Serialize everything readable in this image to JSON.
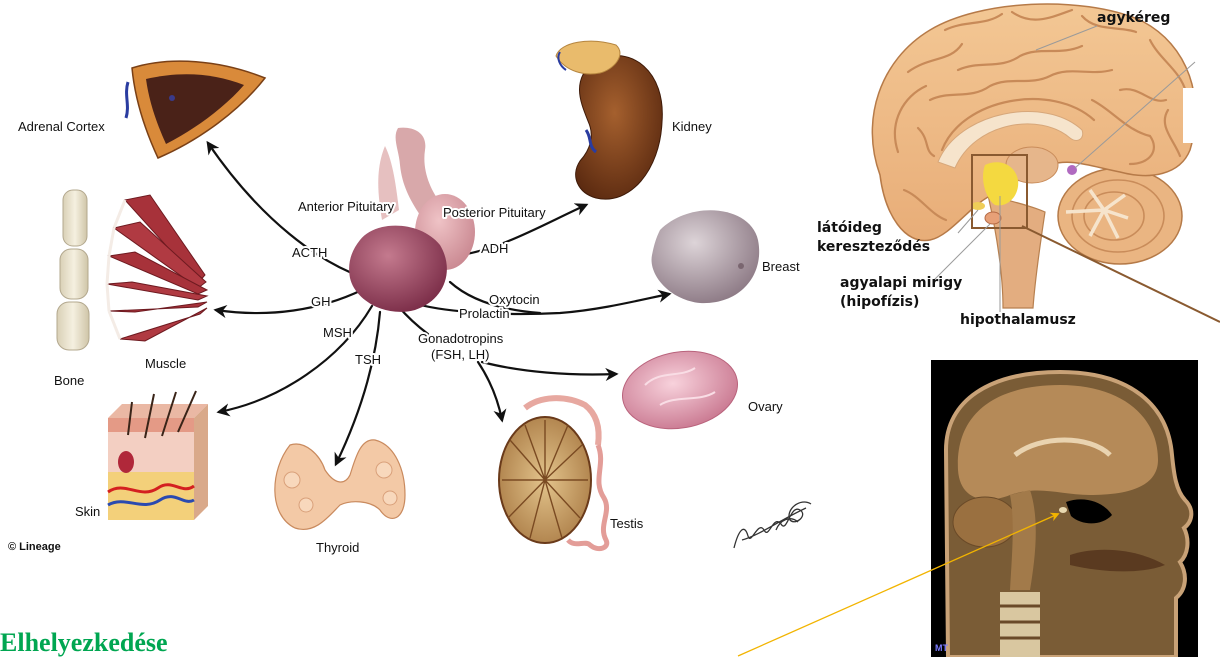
{
  "pituitary_diagram": {
    "center_labels": {
      "anterior": "Anterior Pituitary",
      "posterior": "Posterior Pituitary"
    },
    "hormones": {
      "acth": "ACTH",
      "adh": "ADH",
      "gh": "GH",
      "oxytocin": "Oxytocin",
      "prolactin": "Prolactin",
      "msh": "MSH",
      "tsh": "TSH",
      "gonadotropins": "Gonadotropins",
      "gonadotropins_detail": "(FSH, LH)"
    },
    "targets": {
      "adrenal_cortex": "Adrenal Cortex",
      "kidney": "Kidney",
      "breast": "Breast",
      "bone": "Bone",
      "muscle": "Muscle",
      "skin": "Skin",
      "thyroid": "Thyroid",
      "testis": "Testis",
      "ovary": "Ovary"
    },
    "credit": "© Lineage"
  },
  "brain_section": {
    "cortex": "agykéreg",
    "optic_chiasm_line1": "látóideg",
    "optic_chiasm_line2": "kereszteződés",
    "pituitary_line1": "agyalapi mirigy",
    "pituitary_line2": "(hipofízis)",
    "hypothalamus": "hipothalamusz"
  },
  "mri_section": {
    "corner_tag": "MT"
  },
  "heading": "Elhelyezkedése",
  "colors": {
    "heading": "#00a651",
    "pointer_line": "#f2b400",
    "arrows": "#111111"
  }
}
